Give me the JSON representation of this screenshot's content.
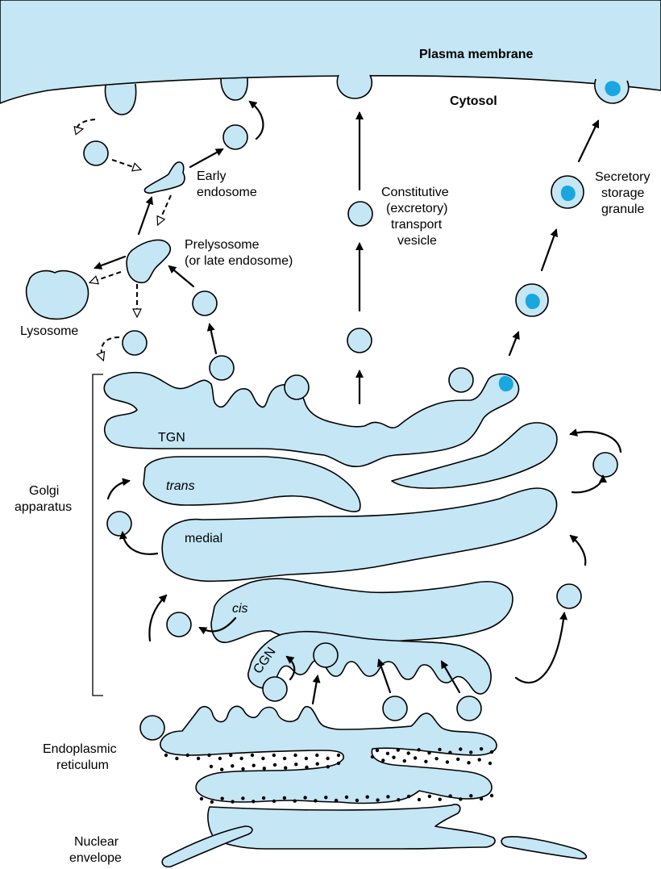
{
  "labels": {
    "plasma_membrane": "Plasma membrane",
    "cytosol": "Cytosol",
    "early_endosome_1": "Early",
    "early_endosome_2": "endosome",
    "constitutive_1": "Constitutive",
    "constitutive_2": "(excretory)",
    "constitutive_3": "transport",
    "constitutive_4": "vesicle",
    "secretory_1": "Secretory",
    "secretory_2": "storage",
    "secretory_3": "granule",
    "prelysosome_1": "Prelysosome",
    "prelysosome_2": "(or late endosome)",
    "lysosome": "Lysosome",
    "golgi_1": "Golgi",
    "golgi_2": "apparatus",
    "tgn": "TGN",
    "trans": "trans",
    "medial": "medial",
    "cis": "cis",
    "cgn": "CGN",
    "er_1": "Endoplasmic",
    "er_2": "reticulum",
    "nuclear_1": "Nuclear",
    "nuclear_2": "envelope"
  },
  "colors": {
    "membrane_fill": "#c4e6f5",
    "cargo": "#1aa7e0",
    "outline": "#000000"
  }
}
